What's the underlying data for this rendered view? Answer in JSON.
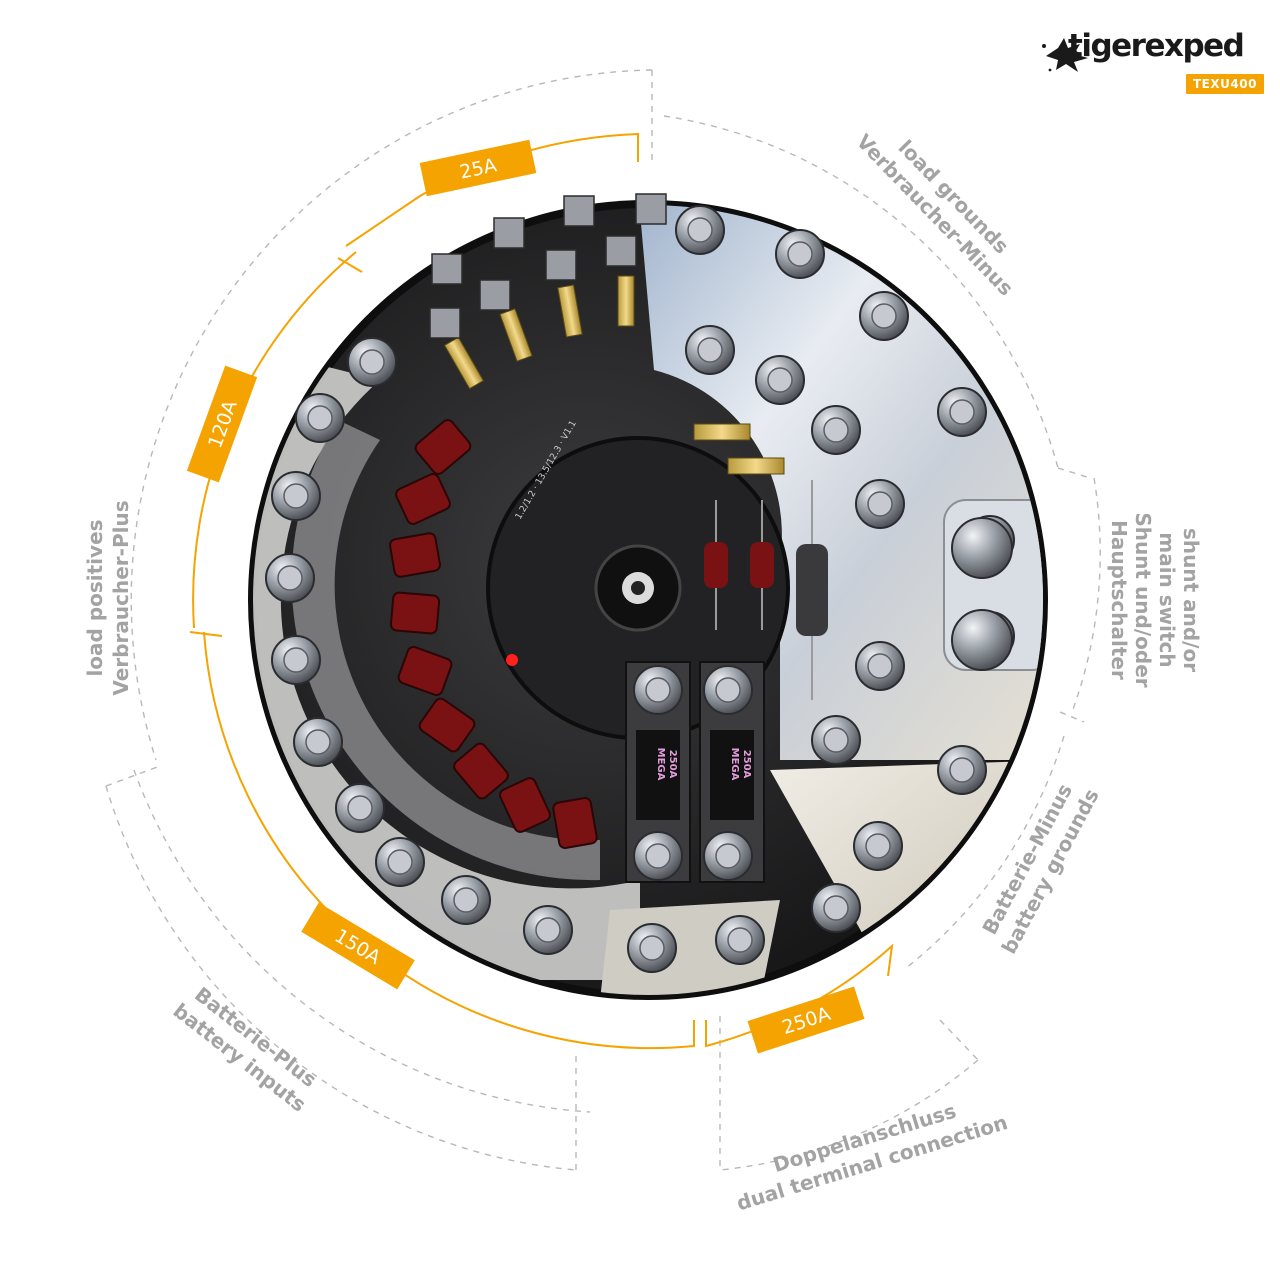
{
  "brand": {
    "name": "tigerexped",
    "model": "TEXU400",
    "accent_color": "#f5a300"
  },
  "ratings": {
    "r25": "25A",
    "r120": "120A",
    "r150": "150A",
    "r250": "250A"
  },
  "labels": {
    "load_grounds_en": "load grounds",
    "load_grounds_de": "Verbraucher-Minus",
    "shunt_en_1": "shunt and/or",
    "shunt_en_2": "main switch",
    "shunt_de_1": "Shunt und/oder",
    "shunt_de_2": "Hauptschalter",
    "battery_grounds_de": "Batterie-Minus",
    "battery_grounds_en": "battery grounds",
    "dual_terminal_de": "Doppelanschluss",
    "dual_terminal_en": "dual terminal connection",
    "battery_inputs_de": "Batterie-Plus",
    "battery_inputs_en": "battery inputs",
    "load_positives_en": "load positives",
    "load_positives_de": "Verbraucher-Plus"
  },
  "fuses": {
    "type": "MEGA",
    "rating": "250A"
  }
}
